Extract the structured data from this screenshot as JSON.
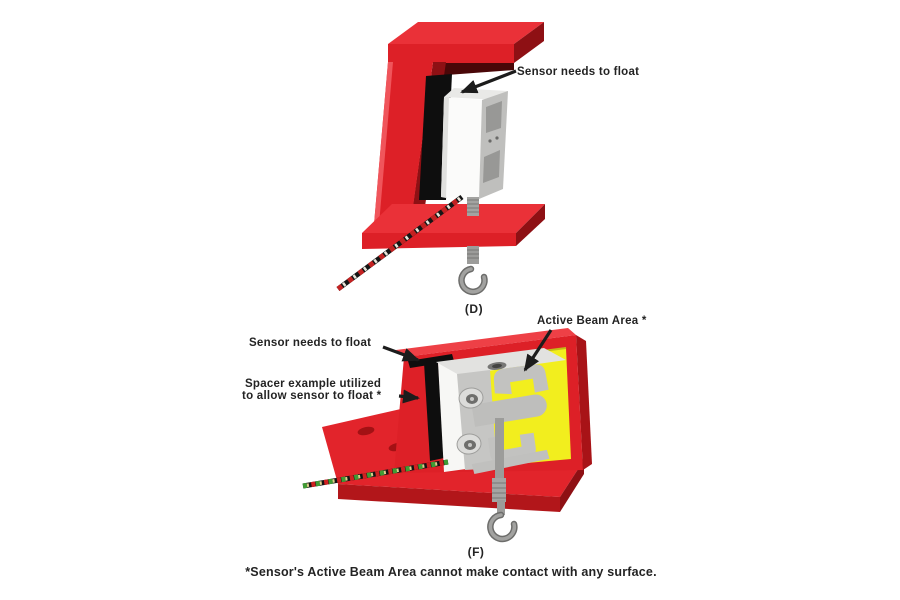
{
  "diagram_d": {
    "figure_label": "(D)",
    "float_label": "Sensor needs to float"
  },
  "diagram_f": {
    "figure_label": "(F)",
    "active_beam_label": "Active Beam Area *",
    "float_label": "Sensor needs to float",
    "spacer_label_line1": "Spacer example utilized",
    "spacer_label_line2": "to allow sensor to float *"
  },
  "footnote": "*Sensor's Active Beam Area cannot make contact with any surface.",
  "colors": {
    "fixture_red": "#dd2027",
    "fixture_red_light": "#ea3138",
    "fixture_red_dark": "#b2161a",
    "fixture_red_deep": "#8e1014",
    "active_beam_yellow": "#f2ee1e",
    "sensor_silver": "#c6c6c4",
    "sensor_white": "#fbfbfa",
    "spacer_black": "#0e0e0e",
    "annotation_color": "#232323",
    "background": "#ffffff"
  }
}
